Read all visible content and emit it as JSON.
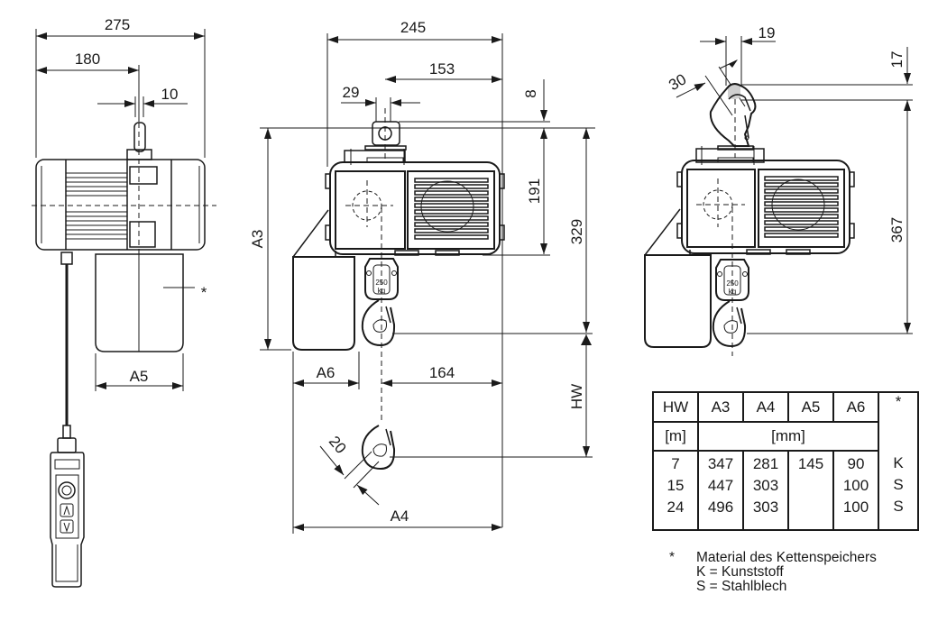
{
  "side_view": {
    "dim_overall_width": "275",
    "dim_to_centre": "180",
    "dim_offset": "10",
    "dim_container_width": "A5",
    "container_marker": "*"
  },
  "front_view": {
    "dim_overall_width": "245",
    "dim_hook_to_edge": "153",
    "dim_eye_width": "29",
    "dim_top_offset": "8",
    "dim_body_height": "191",
    "dim_total_height": "329",
    "dim_a3": "A3",
    "dim_a6": "A6",
    "dim_hook_offset": "164",
    "dim_hw": "HW",
    "dim_hook_throat": "20",
    "dim_a4": "A4",
    "hook_block_capacity": "250",
    "hook_block_unit": "kg"
  },
  "hook_view": {
    "dim_hook_width": "19",
    "dim_hook_throat": "30",
    "dim_top_offset": "17",
    "dim_total_height": "367",
    "hook_block_capacity": "250",
    "hook_block_unit": "kg"
  },
  "spec_table": {
    "headers": [
      "HW",
      "A3",
      "A4",
      "A5",
      "A6",
      "*"
    ],
    "units": {
      "hw": "[m]",
      "dims": "[mm]"
    },
    "columns": {
      "hw": [
        "7",
        "15",
        "24"
      ],
      "a3": [
        "347",
        "447",
        "496"
      ],
      "a4": [
        "281",
        "303",
        "303"
      ],
      "a5": [
        "145"
      ],
      "a6": [
        "90",
        "100",
        "100"
      ],
      "material": [
        "K",
        "S",
        "S"
      ]
    }
  },
  "footnote": {
    "marker": "*",
    "title": "Material des Kettenspeichers",
    "line_k": "K = Kunststoff",
    "line_s": "S = Stahlblech"
  }
}
